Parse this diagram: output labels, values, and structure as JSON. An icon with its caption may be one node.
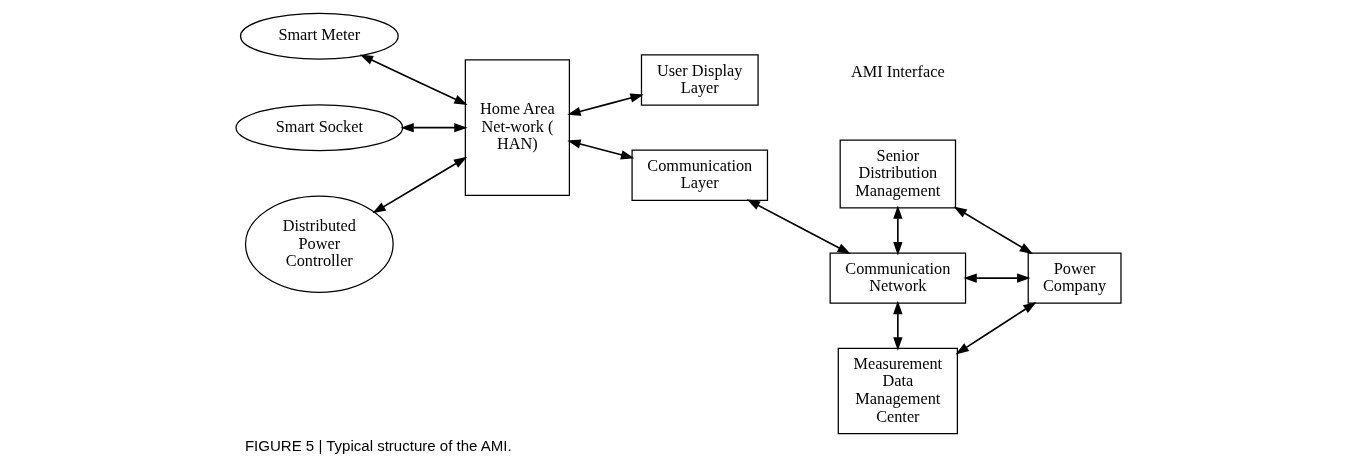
{
  "diagram": {
    "caption": "FIGURE 5 | Typical structure of the AMI.",
    "nodes": [
      {
        "text": [
          "Smart Meter"
        ]
      },
      {
        "text": [
          "Smart Socket"
        ]
      },
      {
        "text": [
          "Distributed Power Controller"
        ]
      },
      {
        "text": [
          "Home Area Net-work ( HAN)"
        ]
      },
      {
        "text": [
          "User Display Layer"
        ]
      },
      {
        "text": [
          "Communication Layer"
        ]
      },
      {
        "text": [
          "Senior Distribution Management"
        ]
      },
      {
        "text": [
          "Communication Network"
        ]
      },
      {
        "text": [
          "Power Company"
        ]
      },
      {
        "text": [
          "Measurement Data Management Center"
        ]
      }
    ],
    "edges": [
      {
        "from": 0,
        "to": 3,
        "arrow": "both"
      },
      {
        "from": 1,
        "to": 3,
        "arrow": "both"
      },
      {
        "from": 2,
        "to": 3,
        "arrow": "both"
      },
      {
        "from": 3,
        "to": 4,
        "arrow": "both"
      },
      {
        "from": 3,
        "to": 5,
        "arrow": "both"
      },
      {
        "from": 5,
        "to": 7,
        "arrow": "both"
      },
      {
        "from": 6,
        "to": 7,
        "arrow": "both"
      },
      {
        "from": 7,
        "to": 8,
        "arrow": "both"
      },
      {
        "from": 7,
        "to": 9,
        "arrow": "both"
      },
      {
        "from": 6,
        "to": 8,
        "arrow": "both"
      },
      {
        "from": 9,
        "to": 8,
        "arrow": "both"
      }
    ],
    "labels": [
      "AMI Interface"
    ]
  }
}
